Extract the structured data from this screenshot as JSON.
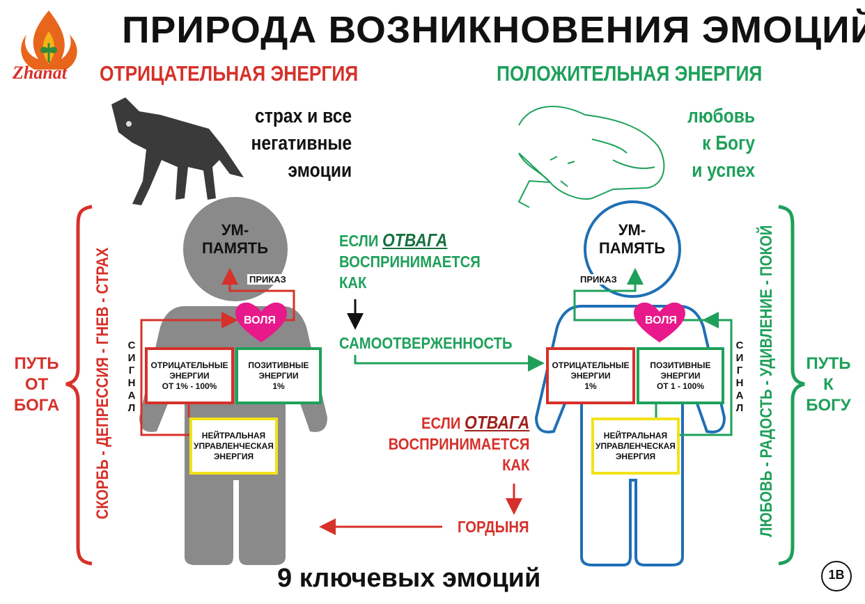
{
  "logo": {
    "text": "Zhanat"
  },
  "title": "ПРИРОДА ВОЗНИКНОВЕНИЯ ЭМОЦИЙ",
  "left": {
    "heading": "ОТРИЦАТЕЛЬНАЯ ЭНЕРГИЯ",
    "caption": [
      "страх и все",
      "негативные",
      "эмоции"
    ],
    "emotions": "СКОРБЬ - ДЕПРЕССИЯ - ГНЕВ - СТРАХ",
    "path": [
      "ПУТЬ",
      "ОТ",
      "БОГА"
    ],
    "head": [
      "УМ-",
      "ПАМЯТЬ"
    ],
    "order": "ПРИКАЗ",
    "will": "ВОЛЯ",
    "signal": [
      "С",
      "И",
      "Г",
      "Н",
      "А",
      "Л"
    ],
    "negative_box": [
      "ОТРИЦАТЕЛЬНЫЕ",
      "ЭНЕРГИИ",
      "ОТ 1% - 100%"
    ],
    "positive_box": [
      "ПОЗИТИВНЫЕ",
      "ЭНЕРГИИ",
      "1%"
    ],
    "neutral_box": [
      "НЕЙТРАЛЬНАЯ",
      "УПРАВЛЕНЧЕСКАЯ",
      "ЭНЕРГИЯ"
    ]
  },
  "right": {
    "heading": "ПОЛОЖИТЕЛЬНАЯ ЭНЕРГИЯ",
    "caption": [
      "любовь",
      "к Богу",
      "и успех"
    ],
    "emotions": "ЛЮБОВЬ - РАДОСТЬ - УДИВЛЕНИЕ - ПОКОЙ",
    "path": [
      "ПУТЬ",
      "К",
      "БОГУ"
    ],
    "head": [
      "УМ-",
      "ПАМЯТЬ"
    ],
    "order": "ПРИКАЗ",
    "will": "ВОЛЯ",
    "signal": [
      "С",
      "И",
      "Г",
      "Н",
      "А",
      "Л"
    ],
    "negative_box": [
      "ОТРИЦАТЕЛЬНЫЕ",
      "ЭНЕРГИИ",
      "1%"
    ],
    "positive_box": [
      "ПОЗИТИВНЫЕ",
      "ЭНЕРГИИ",
      "ОТ 1 - 100%"
    ],
    "neutral_box": [
      "НЕЙТРАЛЬНАЯ",
      "УПРАВЛЕНЧЕСКАЯ",
      "ЭНЕРГИЯ"
    ]
  },
  "center_top": {
    "if": "ЕСЛИ",
    "courage": "ОТВАГА",
    "line2": "ВОСПРИНИМАЕТСЯ",
    "line3": "КАК",
    "result": "САМООТВЕРЖЕННОСТЬ"
  },
  "center_bottom": {
    "if": "ЕСЛИ",
    "courage": "ОТВАГА",
    "line2": "ВОСПРИНИМАЕТСЯ",
    "line3": "КАК",
    "result": "ГОРДЫНЯ"
  },
  "footer": "9 ключевых эмоций",
  "page_badge": "1В",
  "colors": {
    "red": "#d6312a",
    "green": "#1ea05a",
    "blue": "#1f6fb5",
    "gray": "#8a8a8a",
    "pink": "#e8198b",
    "yellow": "#f2e21a"
  }
}
